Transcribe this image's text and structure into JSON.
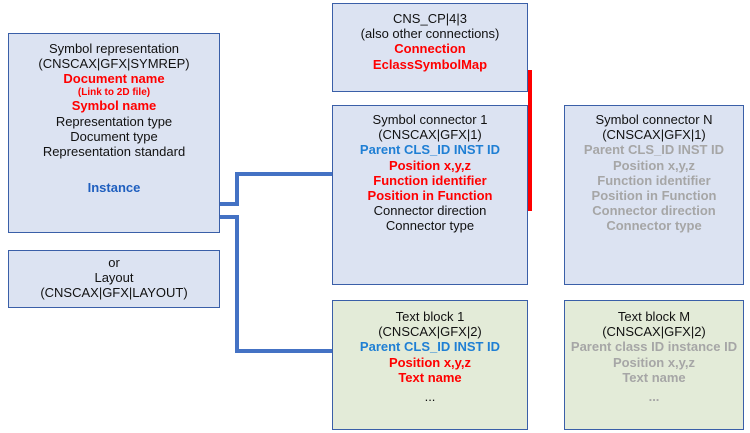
{
  "diagram": {
    "title": "Symbol representation / connector / text block class structure",
    "colors": {
      "blue_box_fill": "#dce3f2",
      "green_box_fill": "#e3ebd8",
      "box_border": "#3a5fa8",
      "blue_connector": "#4472c4",
      "red_connector": "#ff0000",
      "red_text": "#ff0000",
      "blue_text": "#1f7fd4",
      "gray_text": "#a6a6a6",
      "instance_text": "#1f5fbf"
    },
    "boxes": {
      "symbol_representation": {
        "name": "symbol-representation-box",
        "fill": "blue",
        "lines": [
          {
            "text": "Symbol representation",
            "style": "black"
          },
          {
            "text": "(CNSCAX|GFX|SYMREP)",
            "style": "black"
          },
          {
            "text": "Document name",
            "style": "red"
          },
          {
            "text": "(Link to 2D file)",
            "style": "red-small"
          },
          {
            "text": "Symbol name",
            "style": "red"
          },
          {
            "text": "Representation type",
            "style": "black"
          },
          {
            "text": "Document type",
            "style": "black"
          },
          {
            "text": "Representation standard",
            "style": "black"
          }
        ],
        "instance_label": "Instance"
      },
      "layout": {
        "name": "layout-box",
        "fill": "blue",
        "lines": [
          {
            "text": "or",
            "style": "black"
          },
          {
            "text": "Layout",
            "style": "black"
          },
          {
            "text": "(CNSCAX|GFX|LAYOUT)",
            "style": "black"
          }
        ]
      },
      "cns_cp": {
        "name": "cns-cp-box",
        "fill": "blue",
        "lines": [
          {
            "text": "CNS_CP|4|3",
            "style": "black"
          },
          {
            "text": "(also other connections)",
            "style": "black"
          },
          {
            "text": "Connection",
            "style": "red"
          },
          {
            "text": "EclassSymbolMap",
            "style": "red"
          }
        ]
      },
      "symbol_connector_1": {
        "name": "symbol-connector-1-box",
        "fill": "blue",
        "lines": [
          {
            "text": "Symbol connector 1",
            "style": "black"
          },
          {
            "text": "(CNSCAX|GFX|1)",
            "style": "black"
          },
          {
            "text": "Parent CLS_ID INST ID",
            "style": "blue"
          },
          {
            "text": "Position x,y,z",
            "style": "red"
          },
          {
            "text": "Function identifier",
            "style": "red"
          },
          {
            "text": "Position in Function",
            "style": "red"
          },
          {
            "text": "Connector direction",
            "style": "black"
          },
          {
            "text": "Connector type",
            "style": "black"
          }
        ]
      },
      "symbol_connector_n": {
        "name": "symbol-connector-n-box",
        "fill": "blue",
        "lines": [
          {
            "text": "Symbol connector N",
            "style": "black"
          },
          {
            "text": "(CNSCAX|GFX|1)",
            "style": "black"
          },
          {
            "text": "Parent CLS_ID INST ID",
            "style": "gray"
          },
          {
            "text": "Position x,y,z",
            "style": "gray"
          },
          {
            "text": "Function identifier",
            "style": "gray"
          },
          {
            "text": "Position in Function",
            "style": "gray"
          },
          {
            "text": "Connector direction",
            "style": "gray"
          },
          {
            "text": "Connector type",
            "style": "gray"
          }
        ]
      },
      "text_block_1": {
        "name": "text-block-1-box",
        "fill": "green",
        "lines": [
          {
            "text": "Text block 1",
            "style": "black"
          },
          {
            "text": "(CNSCAX|GFX|2)",
            "style": "black"
          },
          {
            "text": "Parent CLS_ID INST ID",
            "style": "blue"
          },
          {
            "text": "Position x,y,z",
            "style": "red"
          },
          {
            "text": "Text name",
            "style": "red"
          },
          {
            "text": "...",
            "style": "black"
          }
        ]
      },
      "text_block_m": {
        "name": "text-block-m-box",
        "fill": "green",
        "lines": [
          {
            "text": "Text block M",
            "style": "black"
          },
          {
            "text": "(CNSCAX|GFX|2)",
            "style": "black"
          },
          {
            "text": "Parent class ID instance ID",
            "style": "gray"
          },
          {
            "text": "Position x,y,z",
            "style": "gray"
          },
          {
            "text": "Text name",
            "style": "gray"
          },
          {
            "text": "...",
            "style": "gray"
          }
        ]
      }
    }
  }
}
